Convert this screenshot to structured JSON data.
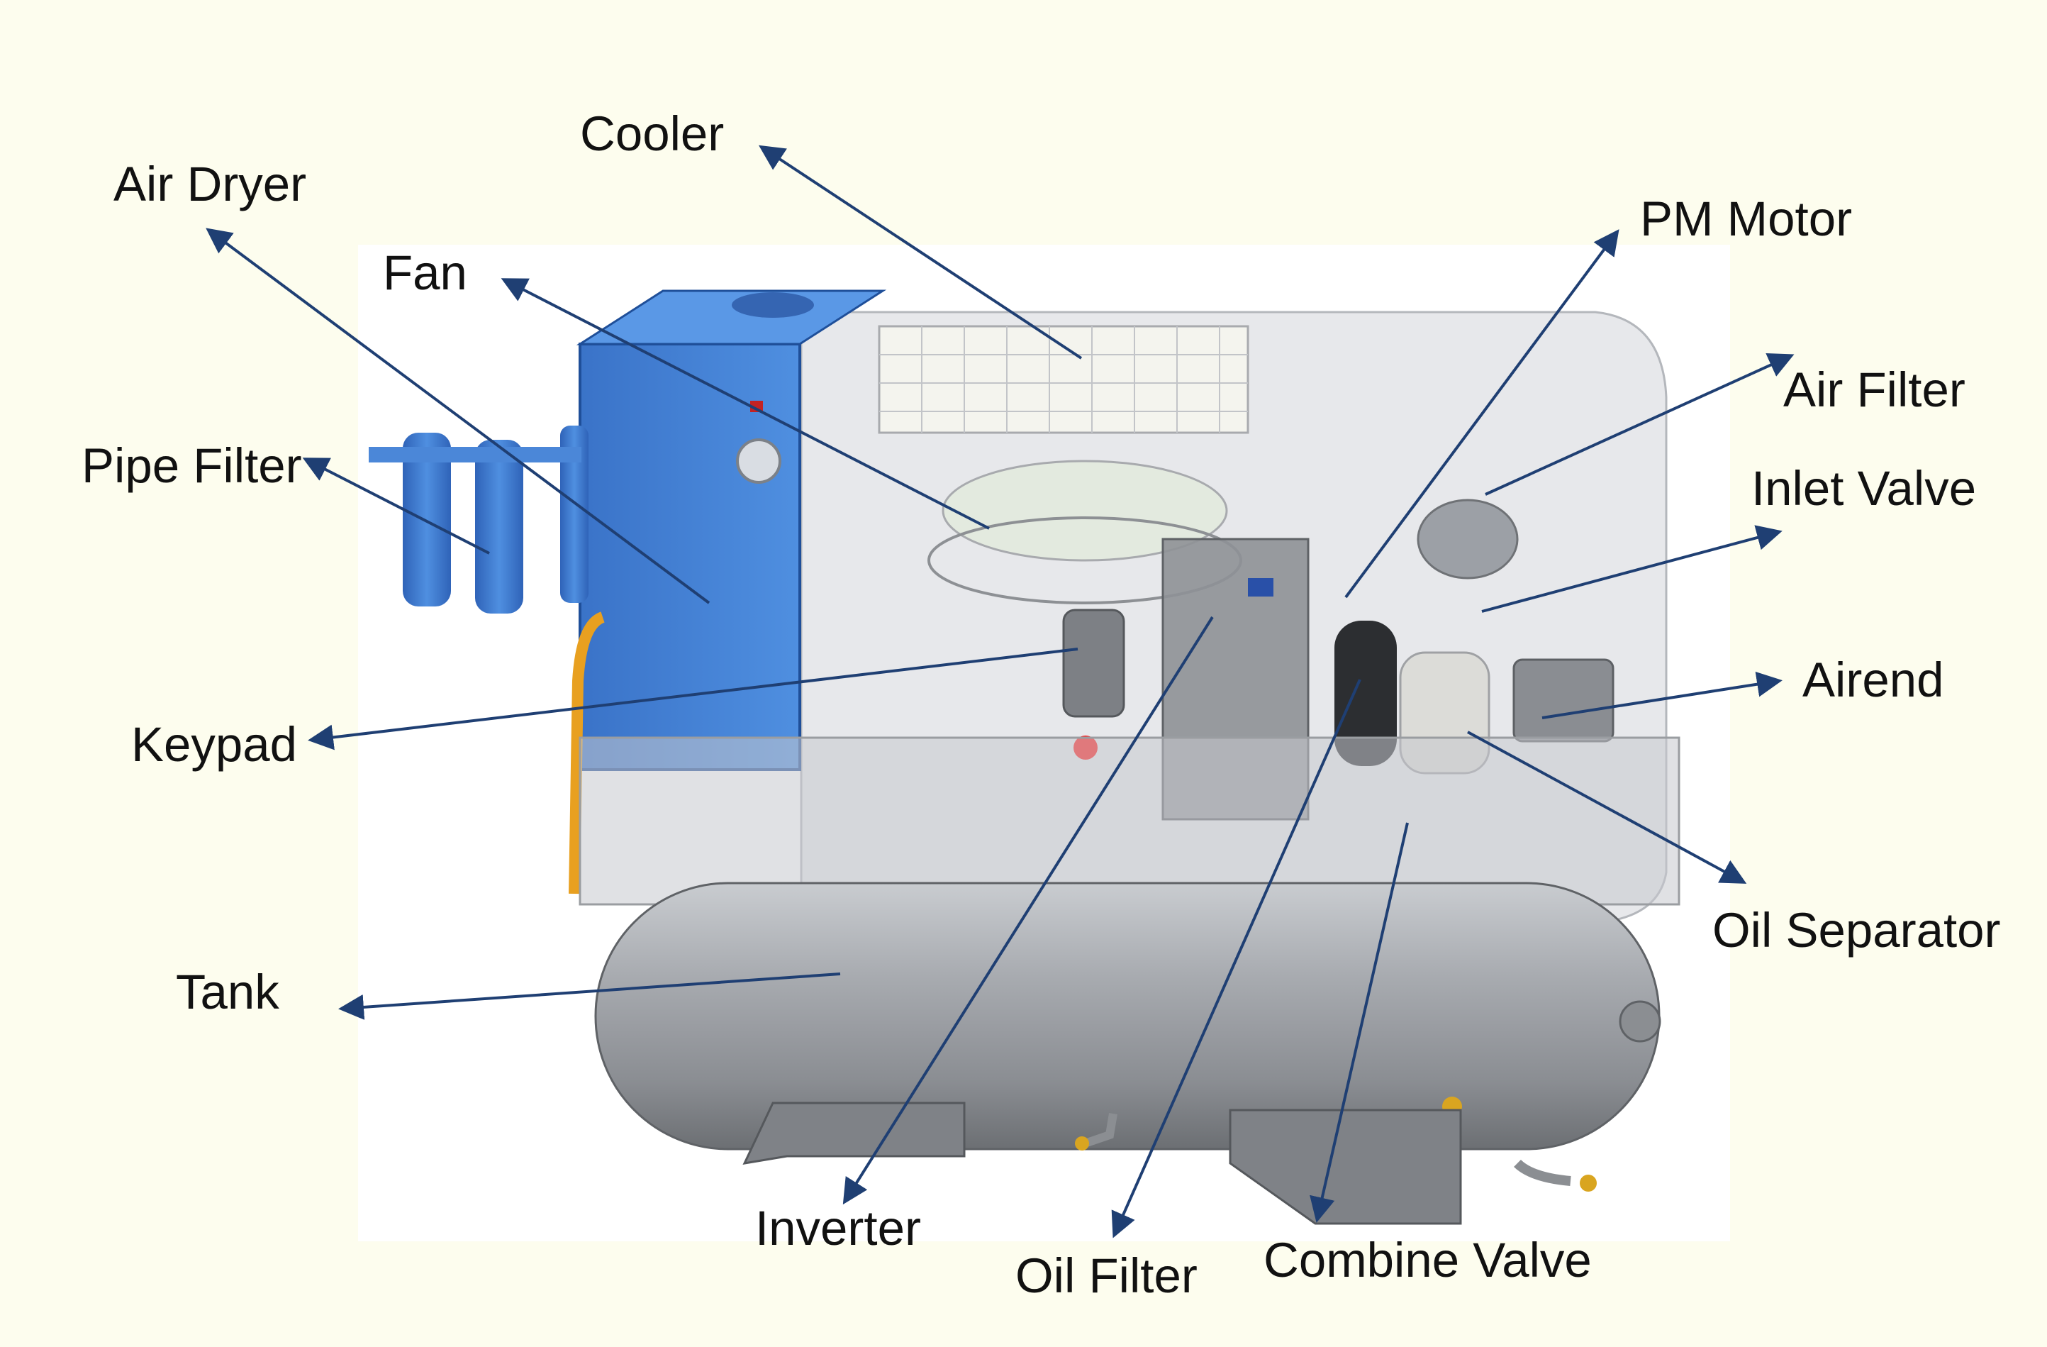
{
  "labels": {
    "cooler": "Cooler",
    "air_dryer": "Air Dryer",
    "fan": "Fan",
    "pipe_filter": "Pipe Filter",
    "keypad": "Keypad",
    "tank": "Tank",
    "inverter": "Inverter",
    "oil_filter": "Oil Filter",
    "combine_valve": "Combine Valve",
    "pm_motor": "PM Motor",
    "air_filter": "Air Filter",
    "inlet_valve": "Inlet Valve",
    "airend": "Airend",
    "oil_separator": "Oil Separator"
  },
  "colors": {
    "background": "#fdfdee",
    "arrow": "#1f3f73",
    "dryer_blue": "#3f7fd4",
    "tank_gray": "#9a9da1",
    "housing_gray": "#cfd2d6",
    "indicator_red": "#ff1a1a",
    "hose_orange": "#e8a020"
  }
}
